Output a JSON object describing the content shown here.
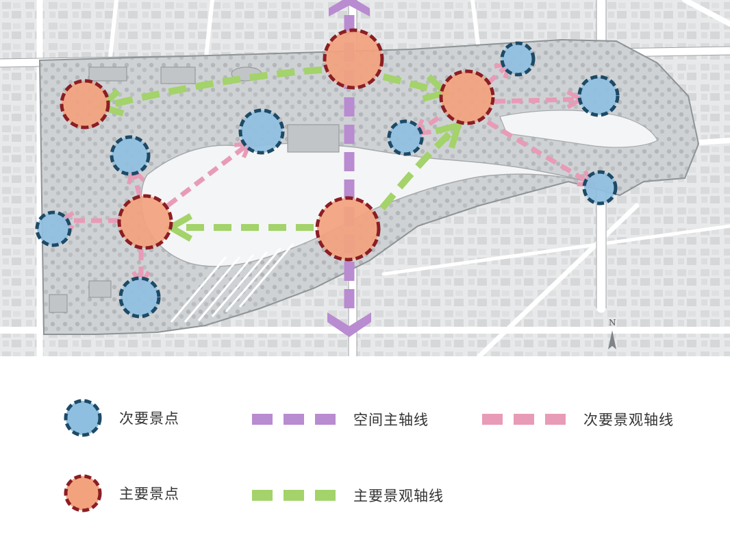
{
  "map": {
    "north_label": "N",
    "colors": {
      "primary_fill": "#f2a37e",
      "primary_border": "#8b1e24",
      "secondary_fill": "#8fbfe0",
      "secondary_border": "#1d4a66",
      "main_axis": "#b98bd0",
      "primary_landscape_axis": "#a3d36a",
      "secondary_landscape_axis": "#e89bb6",
      "land": "#e7e8e9",
      "park": "#d3d6d8",
      "water": "#f4f5f6",
      "road": "#ffffff"
    }
  },
  "legend": {
    "secondary_spot": "次要景点",
    "primary_spot": "主要景点",
    "main_spatial_axis": "空间主轴线",
    "primary_landscape_axis": "主要景观轴线",
    "secondary_landscape_axis": "次要景观轴线"
  }
}
